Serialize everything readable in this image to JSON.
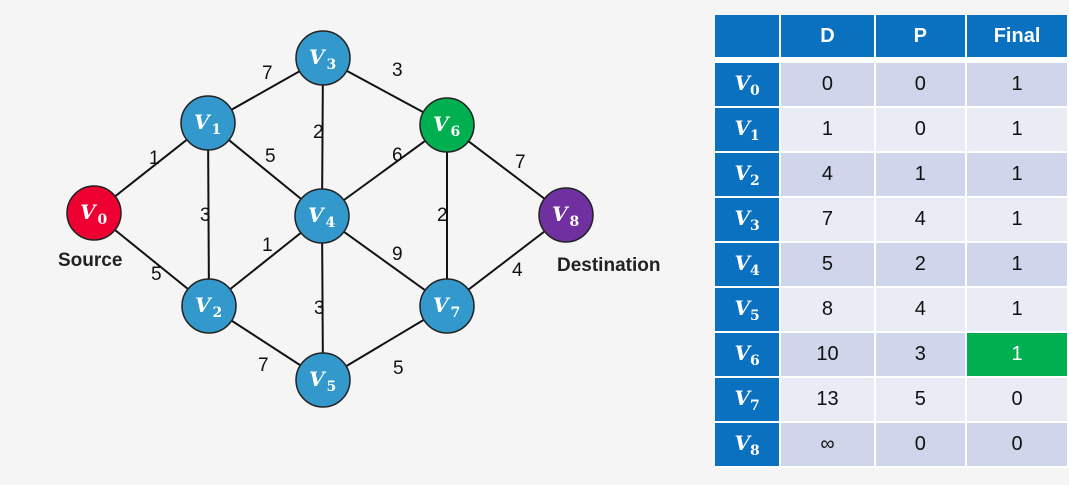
{
  "graph": {
    "colors": {
      "source": "#ee0033",
      "destination": "#7030a0",
      "current": "#00b050",
      "default": "#3399cc"
    },
    "nodes": [
      {
        "id": "V0",
        "letter": "V",
        "sub": "0",
        "role": "source"
      },
      {
        "id": "V1",
        "letter": "V",
        "sub": "1",
        "role": "default"
      },
      {
        "id": "V2",
        "letter": "V",
        "sub": "2",
        "role": "default"
      },
      {
        "id": "V3",
        "letter": "V",
        "sub": "3",
        "role": "default"
      },
      {
        "id": "V4",
        "letter": "V",
        "sub": "4",
        "role": "default"
      },
      {
        "id": "V5",
        "letter": "V",
        "sub": "5",
        "role": "default"
      },
      {
        "id": "V6",
        "letter": "V",
        "sub": "6",
        "role": "current"
      },
      {
        "id": "V7",
        "letter": "V",
        "sub": "7",
        "role": "default"
      },
      {
        "id": "V8",
        "letter": "V",
        "sub": "8",
        "role": "destination"
      }
    ],
    "edges": [
      {
        "from": "V0",
        "to": "V1",
        "weight": "1"
      },
      {
        "from": "V0",
        "to": "V2",
        "weight": "5"
      },
      {
        "from": "V1",
        "to": "V3",
        "weight": "7"
      },
      {
        "from": "V1",
        "to": "V4",
        "weight": "5"
      },
      {
        "from": "V1",
        "to": "V2",
        "weight": "3"
      },
      {
        "from": "V2",
        "to": "V4",
        "weight": "1"
      },
      {
        "from": "V2",
        "to": "V5",
        "weight": "7"
      },
      {
        "from": "V3",
        "to": "V4",
        "weight": "2"
      },
      {
        "from": "V3",
        "to": "V6",
        "weight": "3"
      },
      {
        "from": "V4",
        "to": "V6",
        "weight": "6"
      },
      {
        "from": "V4",
        "to": "V5",
        "weight": "3"
      },
      {
        "from": "V4",
        "to": "V7",
        "weight": "9"
      },
      {
        "from": "V5",
        "to": "V7",
        "weight": "5"
      },
      {
        "from": "V6",
        "to": "V7",
        "weight": "2"
      },
      {
        "from": "V6",
        "to": "V8",
        "weight": "7"
      },
      {
        "from": "V7",
        "to": "V8",
        "weight": "4"
      }
    ],
    "source_label": "Source",
    "destination_label": "Destination"
  },
  "table": {
    "headers": [
      "",
      "D",
      "P",
      "Final"
    ],
    "rows": [
      {
        "letter": "V",
        "sub": "0",
        "D": "0",
        "P": "0",
        "Final": "1",
        "highlight": false
      },
      {
        "letter": "V",
        "sub": "1",
        "D": "1",
        "P": "0",
        "Final": "1",
        "highlight": false
      },
      {
        "letter": "V",
        "sub": "2",
        "D": "4",
        "P": "1",
        "Final": "1",
        "highlight": false
      },
      {
        "letter": "V",
        "sub": "3",
        "D": "7",
        "P": "4",
        "Final": "1",
        "highlight": false
      },
      {
        "letter": "V",
        "sub": "4",
        "D": "5",
        "P": "2",
        "Final": "1",
        "highlight": false
      },
      {
        "letter": "V",
        "sub": "5",
        "D": "8",
        "P": "4",
        "Final": "1",
        "highlight": false
      },
      {
        "letter": "V",
        "sub": "6",
        "D": "10",
        "P": "3",
        "Final": "1",
        "highlight": true
      },
      {
        "letter": "V",
        "sub": "7",
        "D": "13",
        "P": "5",
        "Final": "0",
        "highlight": false
      },
      {
        "letter": "V",
        "sub": "8",
        "D": "∞",
        "P": "0",
        "Final": "0",
        "highlight": false
      }
    ],
    "highlight_color": "#00b050"
  }
}
